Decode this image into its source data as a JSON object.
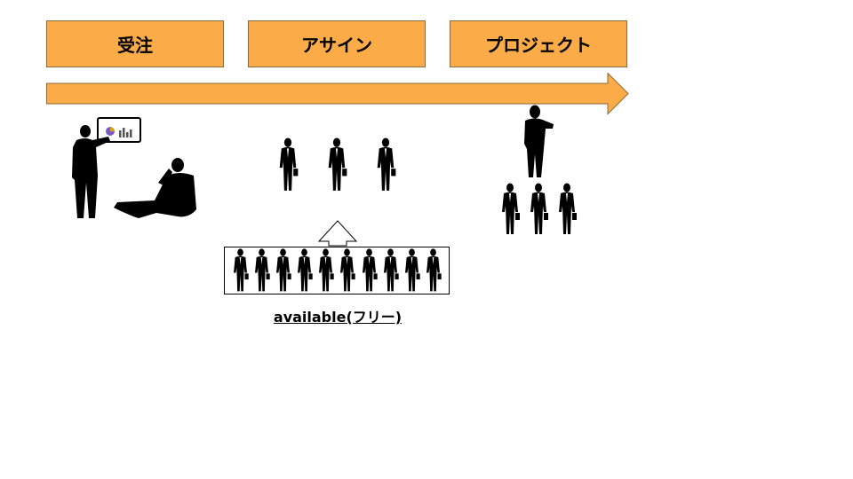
{
  "stages": [
    {
      "label": "受注"
    },
    {
      "label": "アサイン"
    },
    {
      "label": "プロジェクト"
    }
  ],
  "pool": {
    "label": "available(フリー)",
    "count": 10
  },
  "assigned_count": 3,
  "project_team_count": 3,
  "colors": {
    "stage_fill": "#fbab47",
    "silhouette": "#000000"
  },
  "icons": [
    "businessman-silhouette-icon",
    "presentation-screen-icon",
    "arrow-up-icon",
    "flow-arrow-icon"
  ]
}
